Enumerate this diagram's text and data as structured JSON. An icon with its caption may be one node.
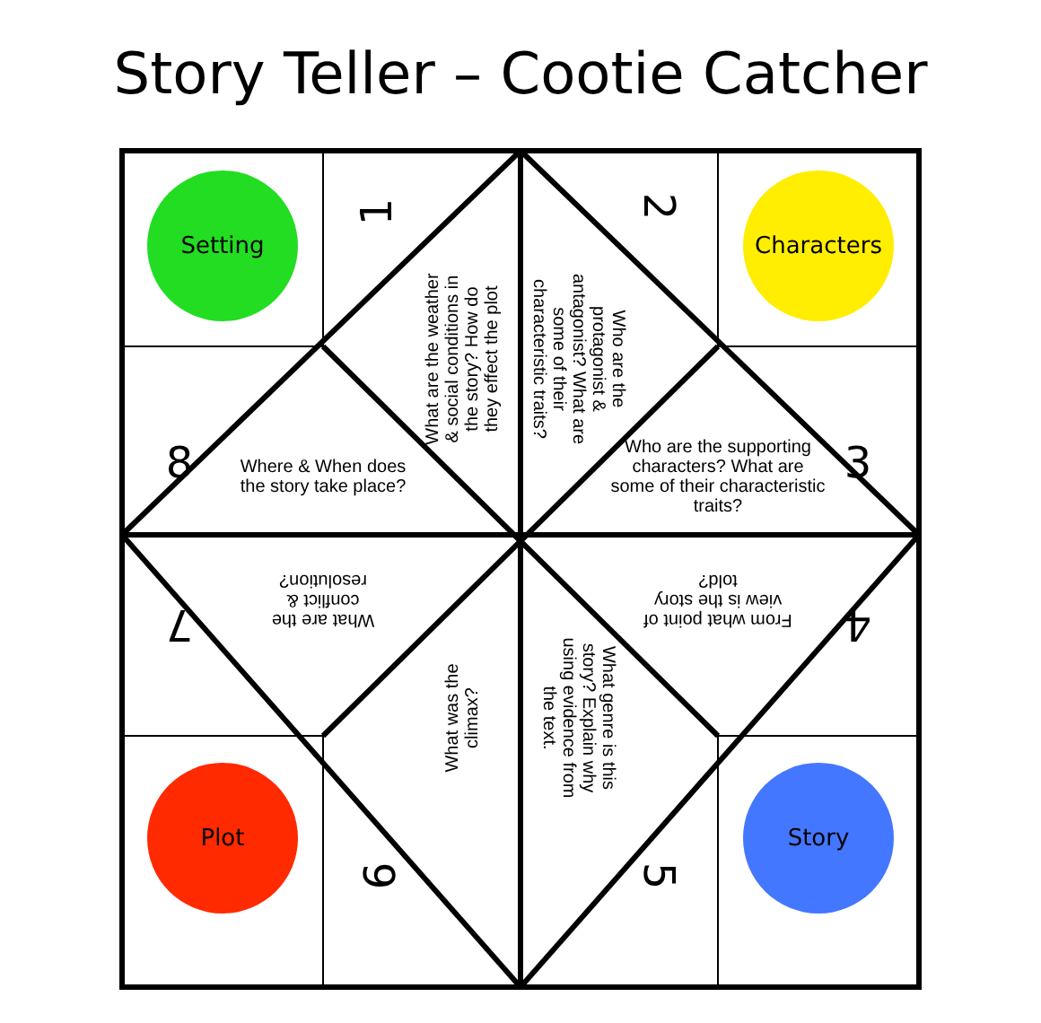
{
  "diagram": {
    "title": "Story Teller – Cootie Catcher",
    "nodes": [
      {
        "text": [
          "Setting"
        ]
      },
      {
        "text": [
          "Characters"
        ]
      },
      {
        "text": [
          "What are the weather & social conditions in the story? How do they effect the plot"
        ]
      },
      {
        "text": [
          "Who are the protagonist & antagonist? What are some of their characteristic traits?"
        ]
      },
      {
        "text": [
          "Who are the supporting characters? What are some of their characteristic traits?"
        ]
      },
      {
        "text": [
          "From what point of view is the story told?"
        ]
      },
      {
        "text": [
          "What genre is this story? Explain why using evidence from the text."
        ]
      },
      {
        "text": [
          "What was the climax?"
        ]
      },
      {
        "text": [
          "What are the conflict & resolution?"
        ]
      },
      {
        "text": [
          "Where & When does the story take place?"
        ]
      },
      {
        "text": [
          "Plot"
        ]
      },
      {
        "text": [
          "Story"
        ]
      }
    ],
    "labels": [
      "1",
      "2",
      "8",
      "3",
      "7",
      "4",
      "6",
      "5"
    ]
  }
}
